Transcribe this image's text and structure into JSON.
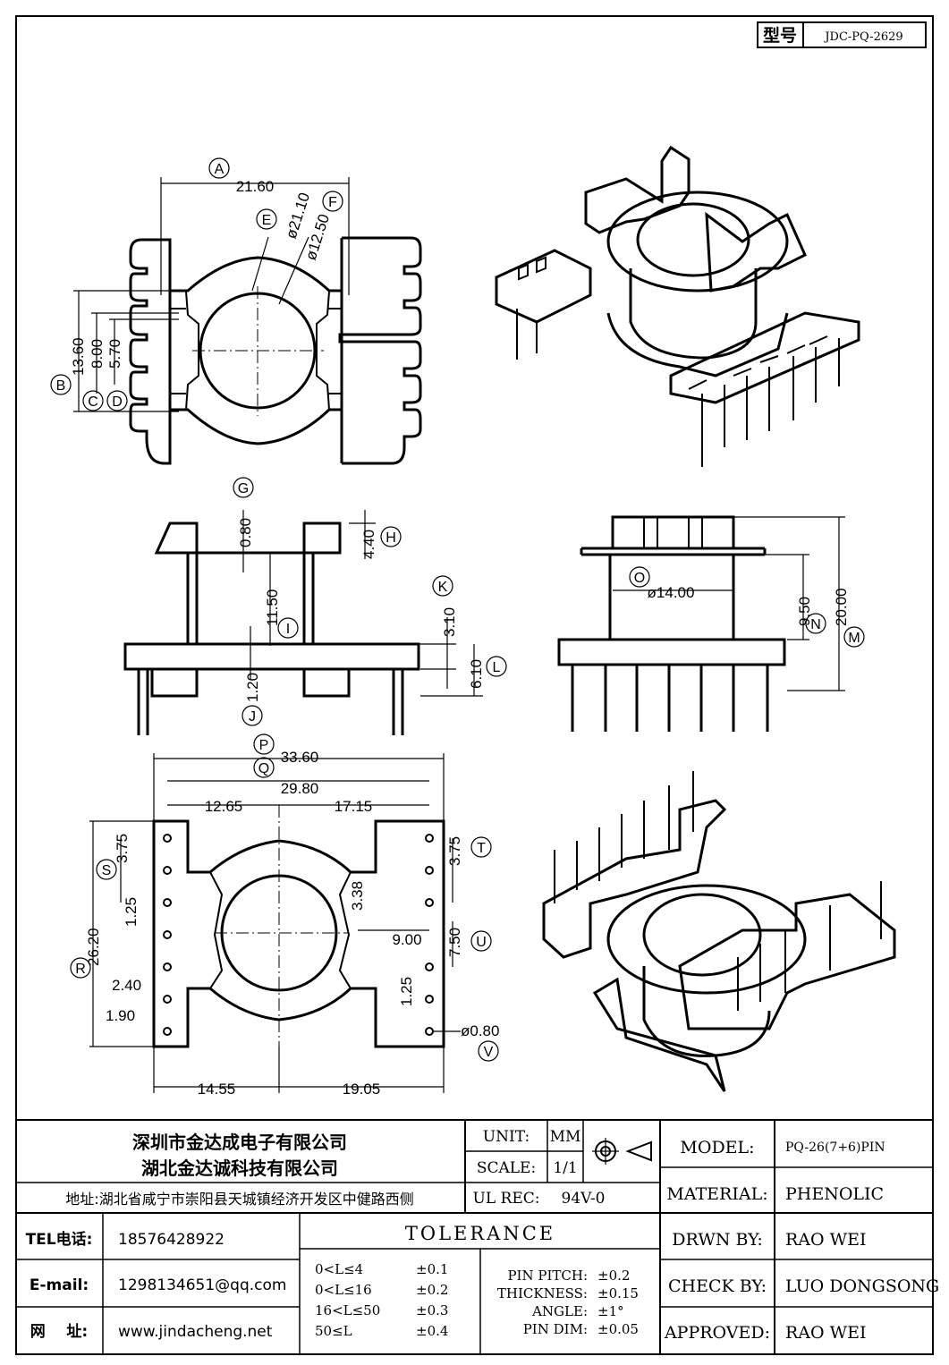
{
  "model_box": {
    "label": "型号",
    "value": "JDC-PQ-2629"
  },
  "top_view": {
    "dims": {
      "A": "21.60",
      "E": "ø21.10",
      "F": "ø12.50",
      "B": "13.60",
      "C": "8.00",
      "D": "5.70"
    },
    "letters": [
      "A",
      "E",
      "F",
      "B",
      "C",
      "D"
    ]
  },
  "side_view": {
    "dims": {
      "G": "0.80",
      "H": "4.40",
      "I": "11.50",
      "J": "1.20",
      "K": "3.10",
      "L": "6.10"
    },
    "letters": [
      "G",
      "H",
      "I",
      "J",
      "K",
      "L"
    ]
  },
  "front_view": {
    "dims": {
      "O": "ø14.00",
      "N": "9.50",
      "M": "20.00"
    },
    "letters": [
      "O",
      "N",
      "M"
    ]
  },
  "bottom_view": {
    "dims": {
      "P": "33.60",
      "Q": "29.80",
      "left_half": "12.65",
      "right_half": "17.15",
      "S": "3.75",
      "T": "3.75",
      "R": "26.20",
      "U": "7.50",
      "pin_gap": "9.00",
      "s1": "1.25",
      "s2": "3.38",
      "s3": "1.25",
      "s4": "2.40",
      "s5": "1.90",
      "V": "ø0.80",
      "bl": "14.55",
      "br": "19.05"
    },
    "letters": [
      "P",
      "Q",
      "S",
      "T",
      "R",
      "U",
      "V"
    ]
  },
  "title_block": {
    "company_1": "深圳市金达成电子有限公司",
    "company_2": "湖北金达诚科技有限公司",
    "address": "地址:湖北省咸宁市崇阳县天城镇经济开发区中健路西侧",
    "unit_label": "UNIT:",
    "unit_value": "MM",
    "scale_label": "SCALE:",
    "scale_value": "1/1",
    "ulrec_label": "UL REC:",
    "ulrec_value": "94V-0",
    "model_label": "MODEL:",
    "model_value": "PQ-26(7+6)PIN",
    "material_label": "MATERIAL:",
    "material_value": "PHENOLIC",
    "drawn_label": "DRWN BY:",
    "drawn_value": "RAO WEI",
    "check_label": "CHECK BY:",
    "check_value": "LUO DONGSONG",
    "approved_label": "APPROVED:",
    "approved_value": "RAO WEI",
    "tel_label": "TEL电话:",
    "tel_value": "18576428922",
    "email_label": "E-mail:",
    "email_value": "1298134651@qq.com",
    "web_label": "网    址:",
    "web_value": "www.jindacheng.net",
    "tolerance_title": "TOLERANCE",
    "tol_rows": [
      {
        "range": "0<L≤4",
        "value": "±0.1"
      },
      {
        "range": "0<L≤16",
        "value": "±0.2"
      },
      {
        "range": "16<L≤50",
        "value": "±0.3"
      },
      {
        "range": "50≤L",
        "value": "±0.4"
      }
    ],
    "spec_rows": [
      {
        "label": "PIN PITCH:",
        "value": "±0.2"
      },
      {
        "label": "THICKNESS:",
        "value": "±0.15"
      },
      {
        "label": "ANGLE:",
        "value": "±1°"
      },
      {
        "label": "PIN DIM:",
        "value": "±0.05"
      }
    ]
  }
}
